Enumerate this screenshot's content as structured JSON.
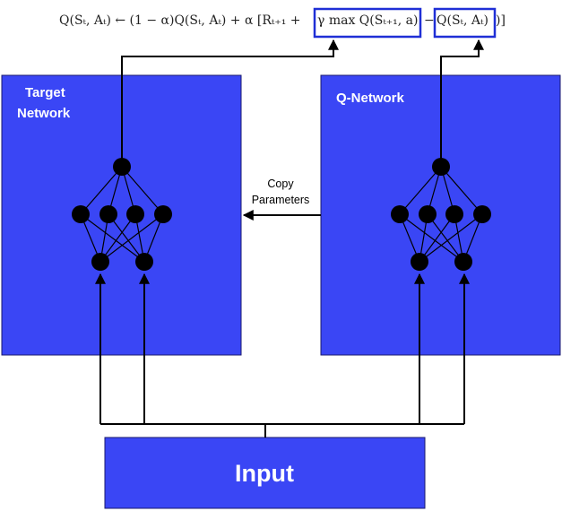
{
  "equation": {
    "prefix": "Q(S",
    "full_left": "Q(Sₜ, Aₜ) ← (1 − α)Q(Sₜ, Aₜ) + α [Rₜ₊₁ +",
    "boxed_target": "γ max Q(Sₜ₊₁, a)",
    "minus": "−",
    "boxed_current": "Q(Sₜ, Aₜ)",
    "close": ")]"
  },
  "target_network": {
    "label_line1": "Target",
    "label_line2": "Network"
  },
  "q_network": {
    "label": "Q-Network"
  },
  "copy_arrow": {
    "label_line1": "Copy",
    "label_line2": "Parameters"
  },
  "input": {
    "label": "Input"
  },
  "colors": {
    "box_fill": "#3a46f5",
    "equation_box": "#1f2fd6",
    "wire": "#000000"
  }
}
